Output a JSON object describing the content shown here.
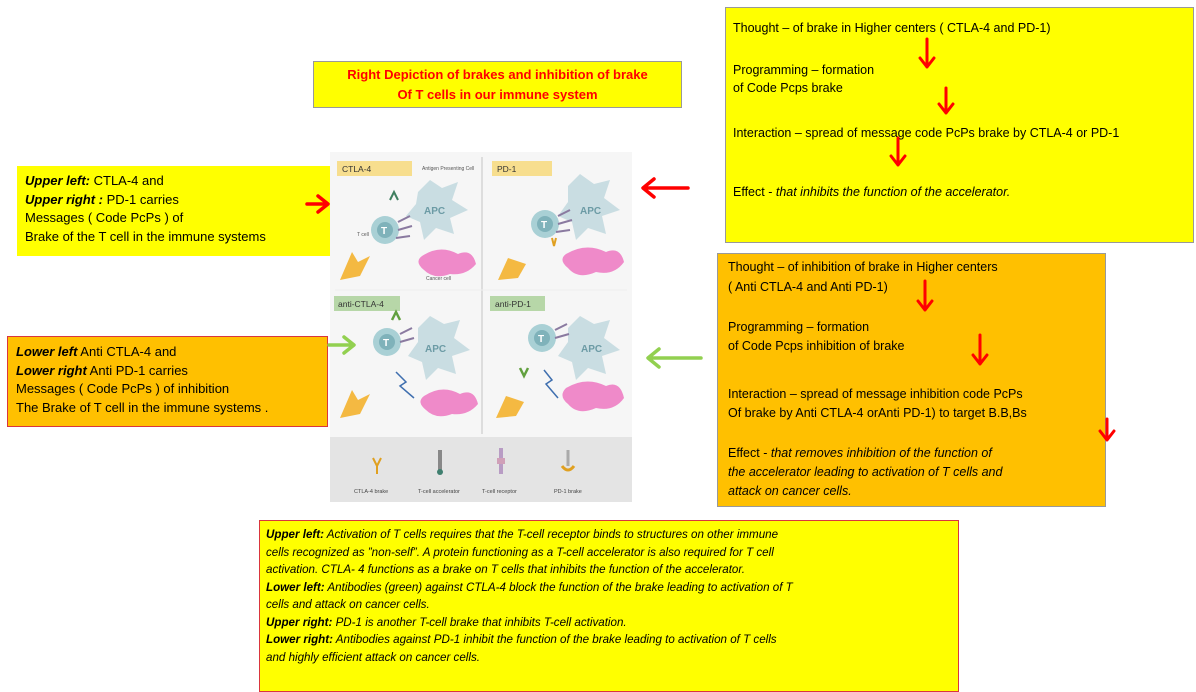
{
  "title": {
    "line1": "Right Depiction of  brakes and inhibition of brake",
    "line2": "Of T cells in our immune system"
  },
  "upper_left_box": {
    "l1_bold": "Upper left:",
    "l1_rest": " CTLA-4 and",
    "l2_bold": "Upper right :",
    "l2_rest": " PD-1 carries",
    "l3": "Messages ( Code PcPs ) of",
    "l4": "Brake of the T cell in the  immune systems"
  },
  "lower_left_box": {
    "l1_bold": "Lower left",
    "l1_rest": " Anti CTLA-4 and",
    "l2_bold": "Lower right",
    "l2_rest": " Anti PD-1 carries",
    "l3": "Messages ( Code PcPs ) of  inhibition",
    "l4": "The Brake of T cell in  the immune systems ."
  },
  "brake_box": {
    "thought": "Thought – of  brake  in Higher centers ( CTLA-4 and PD-1)",
    "programming_1": "Programming –  formation",
    "programming_2": "of Code Pcps brake",
    "interaction": "Interaction – spread of message code PcPs brake by CTLA-4 or PD-1",
    "effect_prefix": "Effect - ",
    "effect_italic": "that inhibits the function of the accelerator."
  },
  "inhibition_box": {
    "thought_1": "Thought – of  inhibition of brake  in Higher centers",
    "thought_2": "( Anti CTLA-4 and Anti PD-1)",
    "programming_1": "Programming –  formation",
    "programming_2": "of Code Pcps inhibition of brake",
    "interaction_1": "Interaction – spread of message  inhibition code PcPs",
    "interaction_2": "Of brake  by Anti CTLA-4 orAnti PD-1) to target B.B,Bs",
    "effect_prefix": "Effect - ",
    "effect_italic_1": "that  removes inhibition  of the function of",
    "effect_italic_2": "the accelerator  leading to activation of T cells and",
    "effect_italic_3": "attack on cancer cells."
  },
  "figure": {
    "panel_ctla4": "CTLA-4",
    "panel_pd1": "PD-1",
    "panel_anti_ctla4": "anti-CTLA-4",
    "panel_anti_pd1": "anti-PD-1",
    "apc_caption": "Antigen Presenting Cell",
    "apc": "APC",
    "t": "T",
    "t_cell": "T cell",
    "cancer_cell": "Cancer cell",
    "legend": [
      "CTLA-4 brake",
      "T-cell accelerator",
      "T-cell receptor",
      "PD-1 brake"
    ]
  },
  "bottom_box": {
    "l1_bold": "Upper left:",
    "l1_rest": " Activation of T cells requires that the T-cell receptor binds to structures on other immune",
    "l2": "cells recognized as ”non-self”. A protein functioning as a T-cell accelerator is also required for T cell",
    "l3": "activation. CTLA- 4 functions as a brake on T cells that inhibits the function of the accelerator.",
    "l4_bold": "Lower left:",
    "l4_rest": " Antibodies (green) against CTLA-4 block the function of the brake leading to activation of T",
    "l5": "cells and attack on cancer cells.",
    "l6_bold": "Upper right:",
    "l6_rest": " PD-1 is another T-cell brake that inhibits T-cell activation.",
    "l7_bold": "Lower right:",
    "l7_rest": " Antibodies against PD-1 inhibit the function of the brake leading to activation of T cells",
    "l8": "and highly efficient attack on cancer cells."
  },
  "colors": {
    "yellow": "#ffff00",
    "orange": "#ffc000",
    "red_arrow": "#ff0000",
    "green_arrow": "#92d050",
    "cancer": "#e878c0",
    "t_cell": "#9fc9cf"
  }
}
